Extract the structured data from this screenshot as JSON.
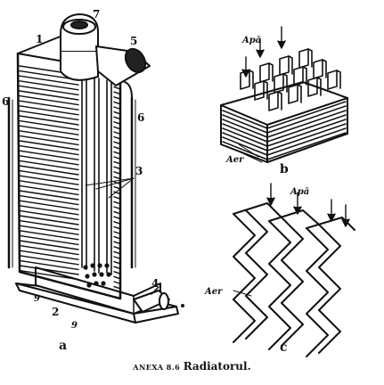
{
  "labels": {
    "n1": "1",
    "n2": "2",
    "n3": "3",
    "n4": "4",
    "n5": "5",
    "n6a": "6",
    "n6b": "6",
    "n7": "7",
    "n9a": "9",
    "n9b": "9",
    "apa_b": "Apă",
    "aer_b": "Aer",
    "apa_c": "Apă",
    "aer_c": "Aer",
    "panel_a": "a",
    "panel_b": "b",
    "panel_c": "c"
  },
  "caption": {
    "code": "ANEXA 8.6",
    "name": "Radiatorul."
  }
}
